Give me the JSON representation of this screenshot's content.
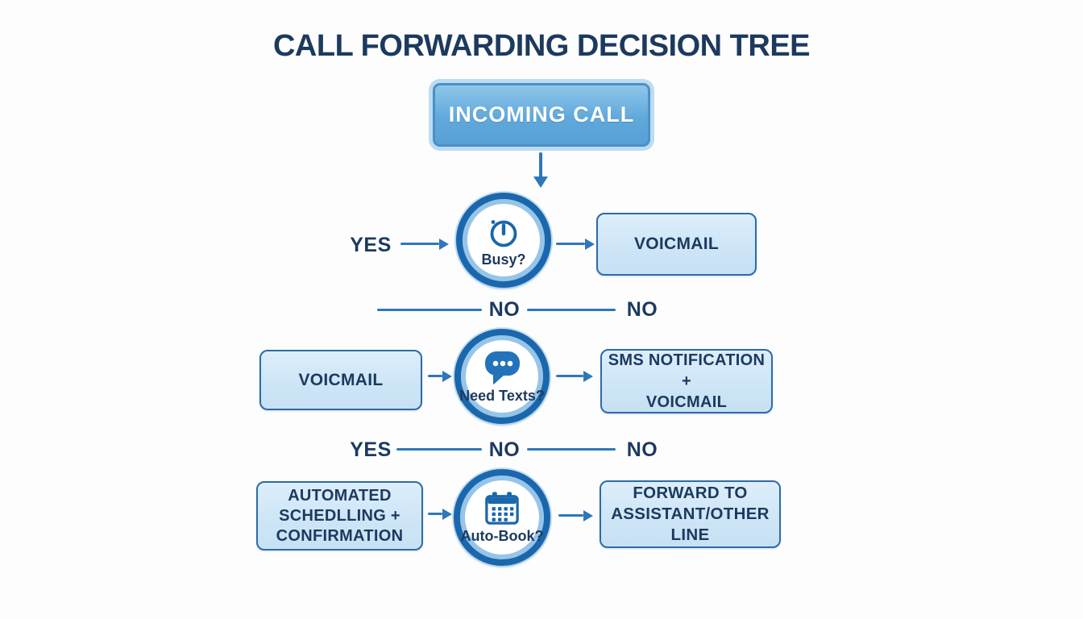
{
  "title": "CALL FORWARDING DECISION TREE",
  "nodes": {
    "incoming_call": {
      "label": "INCOMING CALL"
    },
    "busy": {
      "label": "Busy?",
      "icon": "clock-icon"
    },
    "voicemail_top": {
      "label": "VOICMAIL"
    },
    "voicemail_left": {
      "label": "VOICMAIL"
    },
    "need_texts": {
      "label": "Need Texts?",
      "icon": "chat-bubble-icon"
    },
    "sms_voicemail": {
      "label": "SMS NOTIFICATION +\nVOICMAIL"
    },
    "automated_scheduling": {
      "label": "AUTOMATED\nSCHEDLLING +\nCONFIRMATION"
    },
    "auto_book": {
      "label": "Auto-Book?",
      "icon": "calendar-icon"
    },
    "forward_assistant": {
      "label": "FORWARD TO\nASSISTANT/OTHER LINE"
    }
  },
  "connectors": {
    "row1_yes": "YES",
    "row1_no_mid": "NO",
    "row1_no_right": "NO",
    "row2_yes": "YES",
    "row2_no_mid": "NO",
    "row2_no_right": "NO"
  },
  "colors": {
    "title_text": "#1c3a5e",
    "primary_node_fill": "#61a9db",
    "primary_node_border": "#4b90c6",
    "primary_node_halo": "#bcdcf2",
    "light_node_fill": "#cde5f6",
    "light_node_border": "#2d6ca8",
    "circle_ring_outer": "#1a67ad",
    "circle_ring_inner": "#96c5e8",
    "arrow": "#2e77ba",
    "icon_blue": "#2373ba",
    "label_text": "#1c3a5e"
  }
}
